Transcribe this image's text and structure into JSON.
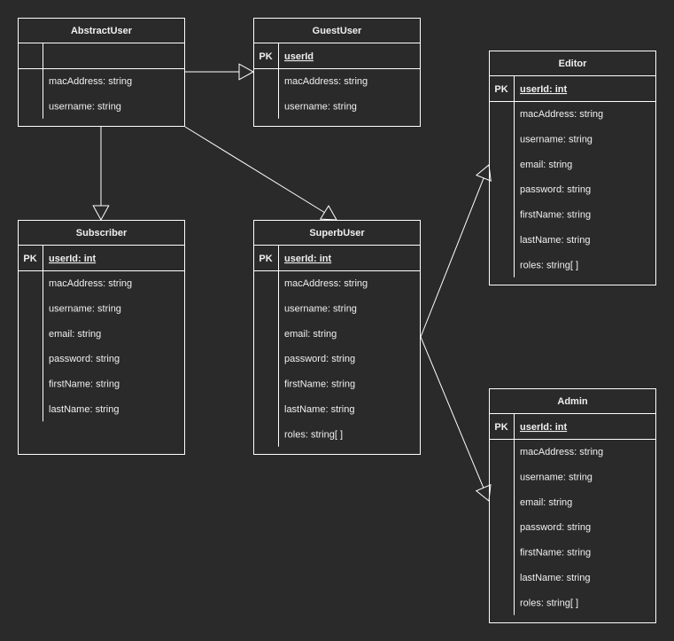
{
  "colors": {
    "background": "#2a2a2a",
    "stroke": "#ffffff",
    "text": "#f0f0f0"
  },
  "entities": {
    "abstract_user": {
      "title": "AbstractUser",
      "pk_label": "",
      "pk_field": "",
      "attributes": [
        "macAddress: string",
        "username: string"
      ]
    },
    "guest_user": {
      "title": "GuestUser",
      "pk_label": "PK",
      "pk_field": "userId",
      "attributes": [
        "macAddress: string",
        "username: string"
      ]
    },
    "editor": {
      "title": "Editor",
      "pk_label": "PK",
      "pk_field": "userId: int",
      "attributes": [
        "macAddress: string",
        "username: string",
        "email: string",
        "password: string",
        "firstName: string",
        "lastName: string",
        "roles: string[ ]"
      ]
    },
    "subscriber": {
      "title": "Subscriber",
      "pk_label": "PK",
      "pk_field": "userId: int",
      "attributes": [
        "macAddress: string",
        "username: string",
        "email: string",
        "password: string",
        "firstName: string",
        "lastName: string"
      ]
    },
    "superb_user": {
      "title": "SuperbUser",
      "pk_label": "PK",
      "pk_field": "userId: int",
      "attributes": [
        "macAddress: string",
        "username: string",
        "email: string",
        "password: string",
        "firstName: string",
        "lastName: string",
        "roles: string[ ]"
      ]
    },
    "admin": {
      "title": "Admin",
      "pk_label": "PK",
      "pk_field": "userId: int",
      "attributes": [
        "macAddress: string",
        "username: string",
        "email: string",
        "password: string",
        "firstName: string",
        "lastName: string",
        "roles: string[ ]"
      ]
    }
  },
  "relationships": [
    {
      "from": "abstract_user",
      "to": "guest_user",
      "type": "generalization"
    },
    {
      "from": "abstract_user",
      "to": "subscriber",
      "type": "generalization"
    },
    {
      "from": "abstract_user",
      "to": "superb_user",
      "type": "generalization"
    },
    {
      "from": "superb_user",
      "to": "editor",
      "type": "generalization"
    },
    {
      "from": "superb_user",
      "to": "admin",
      "type": "generalization"
    }
  ]
}
